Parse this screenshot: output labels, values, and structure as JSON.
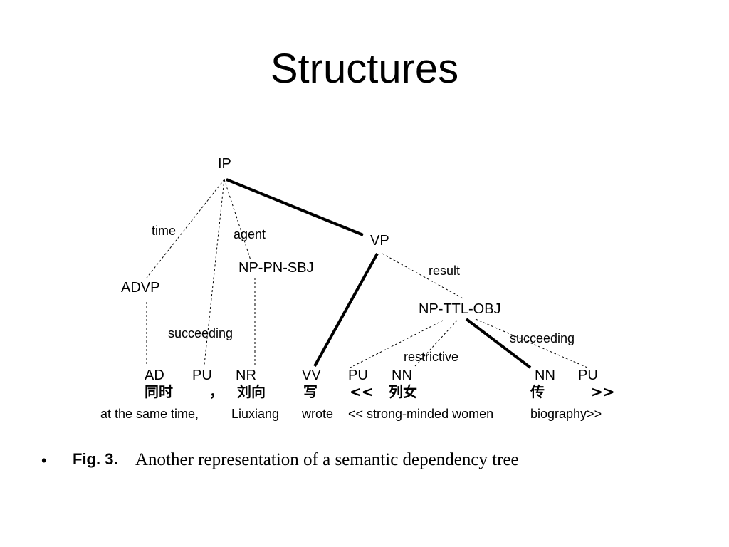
{
  "title": "Structures",
  "tree": {
    "nodes": {
      "ip": "IP",
      "vp": "VP",
      "advp": "ADVP",
      "np_pn_sbj": "NP-PN-SBJ",
      "np_ttl_obj": "NP-TTL-OBJ"
    },
    "relations": {
      "time": "time",
      "agent": "agent",
      "succeeding_1": "succeeding",
      "result": "result",
      "restrictive": "restrictive",
      "succeeding_2": "succeeding"
    },
    "tags": [
      "AD",
      "PU",
      "NR",
      "VV",
      "PU",
      "NN",
      "NN",
      "PU"
    ],
    "words": [
      "同时",
      "，",
      "刘向",
      "写",
      "<<",
      "列女",
      "传",
      ">>"
    ],
    "gloss": {
      "g1": "at the same time,",
      "g2": "Liuxiang",
      "g3": "wrote",
      "g4": "<< strong-minded women",
      "g5": "biography>>"
    }
  },
  "caption": {
    "bullet": "•",
    "label": "Fig. 3.",
    "text": "Another representation of a semantic dependency tree"
  }
}
